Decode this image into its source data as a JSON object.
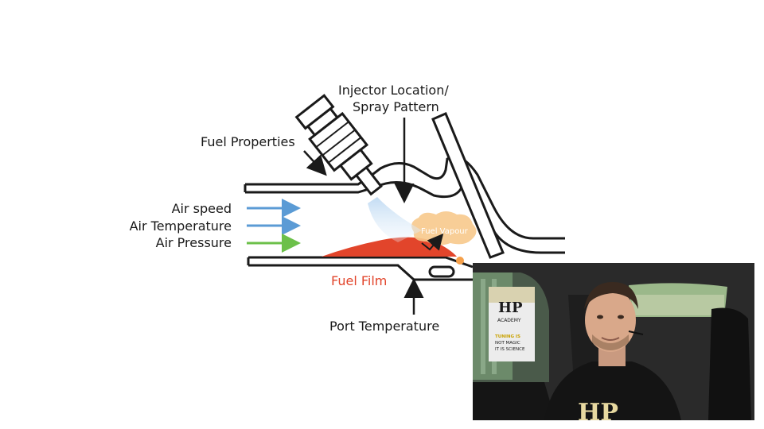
{
  "diagram": {
    "labels": {
      "injector": [
        "Injector Location/",
        "Spray Pattern"
      ],
      "fuel_properties": "Fuel Properties",
      "air_speed": "Air speed",
      "air_temperature": "Air Temperature",
      "air_pressure": "Air Pressure",
      "fuel_vapour": "Fuel Vapour",
      "fuel_film": "Fuel Film",
      "port_temperature": "Port Temperature"
    },
    "colors": {
      "air_speed_arrow": "#5b9bd5",
      "air_temperature_arrow": "#5b9bd5",
      "air_pressure_arrow": "#6cc04a",
      "fuel_film": "#e2452b",
      "fuel_vapour": "#f7c98c",
      "outline": "#1a1a1a"
    }
  },
  "presenter_video": {
    "poster_brand": "HP",
    "poster_sub": "ACADEMY",
    "poster_lines": [
      "TUNING IS",
      "NOT MAGIC",
      "IT IS SCIENCE"
    ],
    "shirt_text": "HP"
  }
}
